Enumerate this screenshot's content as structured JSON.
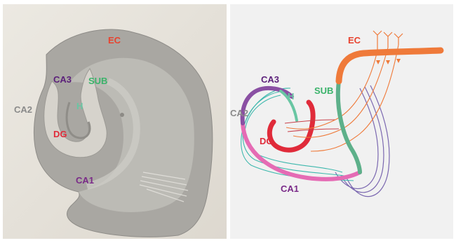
{
  "colors": {
    "ec": "#e8432f",
    "sub": "#3ab36a",
    "ca3": "#5b1f7a",
    "ca2": "#8a8a8a",
    "h": "#69c6a3",
    "dg": "#e02b3a",
    "ca1": "#7a2a88",
    "ec_path": "#ef7a3a",
    "sub_path": "#5db08a",
    "ca3_path": "#8a4fa3",
    "ca1_path": "#e56bb4",
    "collateral": "#3eb8ad",
    "projection": "#7b68b0"
  },
  "photo_labels": {
    "ec": "EC",
    "sub": "SUB",
    "ca3": "CA3",
    "ca2": "CA2",
    "h": "H",
    "dg": "DG",
    "ca1": "CA1"
  },
  "schematic_labels": {
    "ec": "EC",
    "sub": "SUB",
    "ca3": "CA3",
    "ca2": "CA2",
    "h": "H",
    "dg": "DG",
    "ca1": "CA1"
  }
}
